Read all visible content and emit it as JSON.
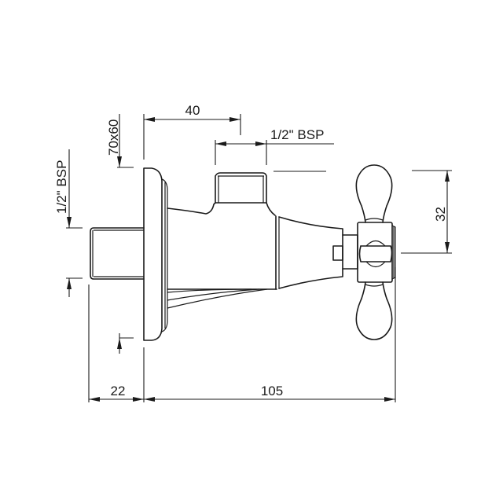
{
  "drawing": {
    "subject": "Wall-mounted angle valve with cross handle, side elevation",
    "line_color": "#1a1a1a",
    "background_color": "#ffffff"
  },
  "dimensions": {
    "plate_size": "70x60",
    "outlet_distance": "40",
    "outlet_thread": "1/2\" BSP",
    "inlet_thread": "1/2\" BSP",
    "handle_height": "32",
    "inlet_length": "22",
    "total_depth": "105"
  }
}
